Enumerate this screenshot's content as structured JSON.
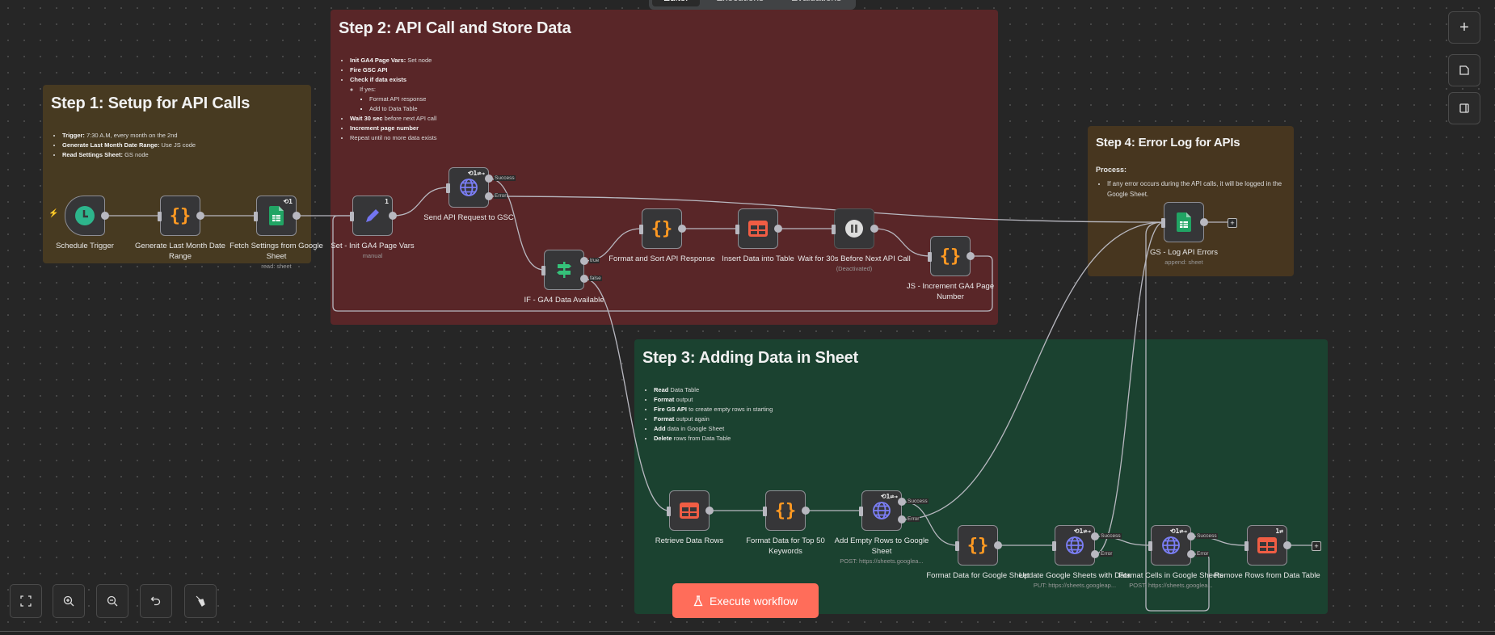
{
  "tabs": [
    "Editor",
    "Executions",
    "Evaluations"
  ],
  "active_tab": "Editor",
  "colors": {
    "step1": "#473a21",
    "step2": "#592628",
    "step3": "#1b4230",
    "step4": "#47361f",
    "accent": "#ff6d5a",
    "edge": "#b8b8c0"
  },
  "notes": [
    {
      "title": "Step 1: Setup for API Calls",
      "items": [
        {
          "lvl": 0,
          "b": "Trigger:",
          "t": " 7:30 A.M, every month on the 2nd"
        },
        {
          "lvl": 0,
          "b": "Generate Last Month Date Range:",
          "t": " Use JS code"
        },
        {
          "lvl": 0,
          "b": "Read Settings Sheet:",
          "t": " GS node"
        }
      ]
    },
    {
      "title": "Step 2: API Call and Store Data",
      "items": [
        {
          "lvl": 0,
          "b": "Init GA4 Page Vars:",
          "t": " Set node"
        },
        {
          "lvl": 0,
          "b": "Fire GSC API",
          "t": ""
        },
        {
          "lvl": 0,
          "b": "Check if data exists",
          "t": ""
        },
        {
          "lvl": 1,
          "b": "",
          "t": "If yes:"
        },
        {
          "lvl": 2,
          "b": "",
          "t": "Format API response"
        },
        {
          "lvl": 2,
          "b": "",
          "t": "Add to Data Table"
        },
        {
          "lvl": 0,
          "b": "Wait 30 sec",
          "t": " before next API call"
        },
        {
          "lvl": 0,
          "b": "Increment page number",
          "t": ""
        },
        {
          "lvl": 0,
          "b": "",
          "t": "Repeat until no more data exists"
        }
      ]
    },
    {
      "title": "Step 3: Adding Data in Sheet",
      "items": [
        {
          "lvl": 0,
          "b": "Read",
          "t": " Data Table"
        },
        {
          "lvl": 0,
          "b": "Format",
          "t": " output"
        },
        {
          "lvl": 0,
          "b": "Fire GS API",
          "t": " to create empty rows in starting"
        },
        {
          "lvl": 0,
          "b": "Format",
          "t": " output again"
        },
        {
          "lvl": 0,
          "b": "Add",
          "t": " data in Google Sheet"
        },
        {
          "lvl": 0,
          "b": "Delete",
          "t": " rows from Data Table"
        }
      ]
    },
    {
      "title": "Step 4: Error Log for APIs",
      "process": "Process:",
      "items": [
        {
          "lvl": 0,
          "b": "",
          "t": "If any error occurs during the API calls, it will be logged in the Google Sheet."
        }
      ]
    }
  ],
  "port_labels": {
    "success": "Success",
    "error": "Error",
    "true": "true",
    "false": "false"
  },
  "nodes": [
    {
      "label": "Schedule Trigger",
      "sub": "",
      "icon": "clock-icon",
      "badge": ""
    },
    {
      "label": "Generate Last Month Date Range",
      "sub": "",
      "icon": "code-braces-icon",
      "badge": ""
    },
    {
      "label": "Fetch Settings from Google Sheet",
      "sub": "read: sheet",
      "icon": "google-sheets-icon",
      "badge": "⟲1"
    },
    {
      "label": "Set - Init GA4 Page Vars",
      "sub": "manual",
      "icon": "pencil-icon",
      "badge": "1"
    },
    {
      "label": "Send API Request to GSC",
      "sub": "",
      "icon": "globe-icon",
      "badge": "⟲1⇄→"
    },
    {
      "label": "IF - GA4 Data Available",
      "sub": "",
      "icon": "signpost-icon",
      "badge": ""
    },
    {
      "label": "Format and Sort API Response",
      "sub": "",
      "icon": "code-braces-icon",
      "badge": ""
    },
    {
      "label": "Insert Data into Table",
      "sub": "",
      "icon": "table-icon",
      "badge": ""
    },
    {
      "label": "Wait for 30s Before Next API Call",
      "sub": "(Deactivated)",
      "icon": "pause-icon",
      "badge": ""
    },
    {
      "label": "JS - Increment GA4 Page Number",
      "sub": "",
      "icon": "code-braces-icon",
      "badge": ""
    },
    {
      "label": "GS - Log API Errors",
      "sub": "append: sheet",
      "icon": "google-sheets-icon",
      "badge": ""
    },
    {
      "label": "Retrieve Data Rows",
      "sub": "",
      "icon": "table-icon",
      "badge": ""
    },
    {
      "label": "Format Data for Top 50 Keywords",
      "sub": "",
      "icon": "code-braces-icon",
      "badge": ""
    },
    {
      "label": "Add Empty Rows to Google Sheet",
      "sub": "POST: https://sheets.googlea...",
      "icon": "globe-icon",
      "badge": "⟲1⇄→"
    },
    {
      "label": "Format Data for Google Sheet",
      "sub": "",
      "icon": "code-braces-icon",
      "badge": ""
    },
    {
      "label": "Update Google Sheets with Data",
      "sub": "PUT: https://sheets.googleap...",
      "icon": "globe-icon",
      "badge": "⟲1⇄→"
    },
    {
      "label": "Format Cells in Google Sheets",
      "sub": "POST: https://sheets.googlea...",
      "icon": "globe-icon",
      "badge": "⟲1⇄→"
    },
    {
      "label": "Remove Rows from Data Table",
      "sub": "",
      "icon": "table-icon",
      "badge": "1⇄"
    }
  ],
  "execute_button": "Execute workflow",
  "canvas_controls": [
    "fit-view",
    "zoom-in",
    "zoom-out",
    "undo",
    "tidy-up"
  ],
  "right_controls": [
    "add-node",
    "sticky-note",
    "toggle-panel"
  ]
}
